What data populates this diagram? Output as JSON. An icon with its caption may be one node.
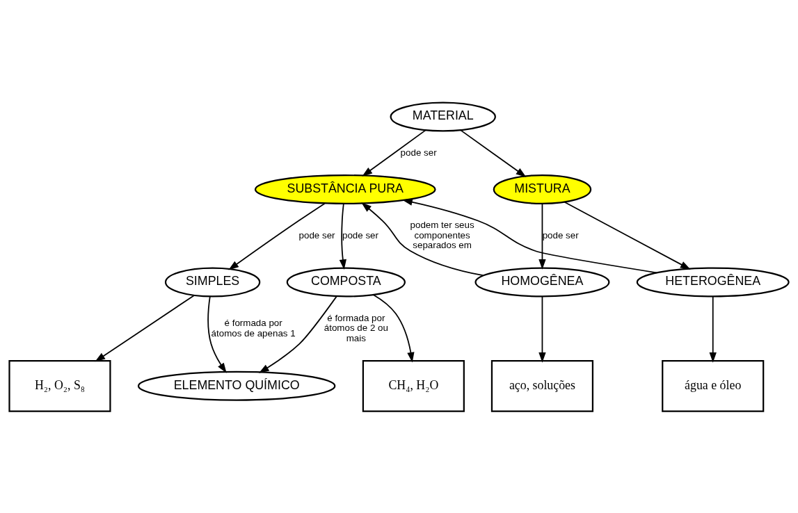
{
  "diagram": {
    "nodes": [
      {
        "text": [
          "MATERIAL"
        ]
      },
      {
        "text": [
          "SUBSTÂNCIA PURA"
        ]
      },
      {
        "text": [
          "MISTURA"
        ]
      },
      {
        "text": [
          "SIMPLES"
        ]
      },
      {
        "text": [
          "COMPOSTA"
        ]
      },
      {
        "text": [
          "HOMOGÊNEA"
        ]
      },
      {
        "text": [
          "HETEROGÊNEA"
        ]
      },
      {
        "text": [
          "ELEMENTO QUÍMICO"
        ]
      },
      {
        "text": [
          "H₂, O₂, S₈"
        ]
      },
      {
        "text": [
          "CH₄, H₂O"
        ]
      },
      {
        "text": [
          "aço, soluções"
        ]
      },
      {
        "text": [
          "água e óleo"
        ]
      }
    ],
    "edges": [
      {
        "from": 0,
        "to": 1,
        "arrow": "to",
        "label": "pode ser"
      },
      {
        "from": 0,
        "to": 2,
        "arrow": "to"
      },
      {
        "from": 1,
        "to": 3,
        "arrow": "to",
        "label": "pode ser"
      },
      {
        "from": 1,
        "to": 4,
        "arrow": "to",
        "label": "pode ser"
      },
      {
        "from": 2,
        "to": 5,
        "arrow": "to",
        "label": "pode ser"
      },
      {
        "from": 2,
        "to": 6,
        "arrow": "to"
      },
      {
        "from": 3,
        "to": 7,
        "arrow": "to",
        "label": "é formada por átomos de apenas 1"
      },
      {
        "from": 4,
        "to": 7,
        "arrow": "to",
        "label": "é formada por átomos de 2 ou mais"
      },
      {
        "from": 3,
        "to": 8,
        "arrow": "to"
      },
      {
        "from": 4,
        "to": 9,
        "arrow": "to"
      },
      {
        "from": 5,
        "to": 1,
        "arrow": "to",
        "label": "podem ter seus componentes separados em"
      },
      {
        "from": 6,
        "to": 1,
        "arrow": "to"
      },
      {
        "from": 5,
        "to": 10,
        "arrow": "to"
      },
      {
        "from": 6,
        "to": 11,
        "arrow": "to"
      }
    ]
  }
}
